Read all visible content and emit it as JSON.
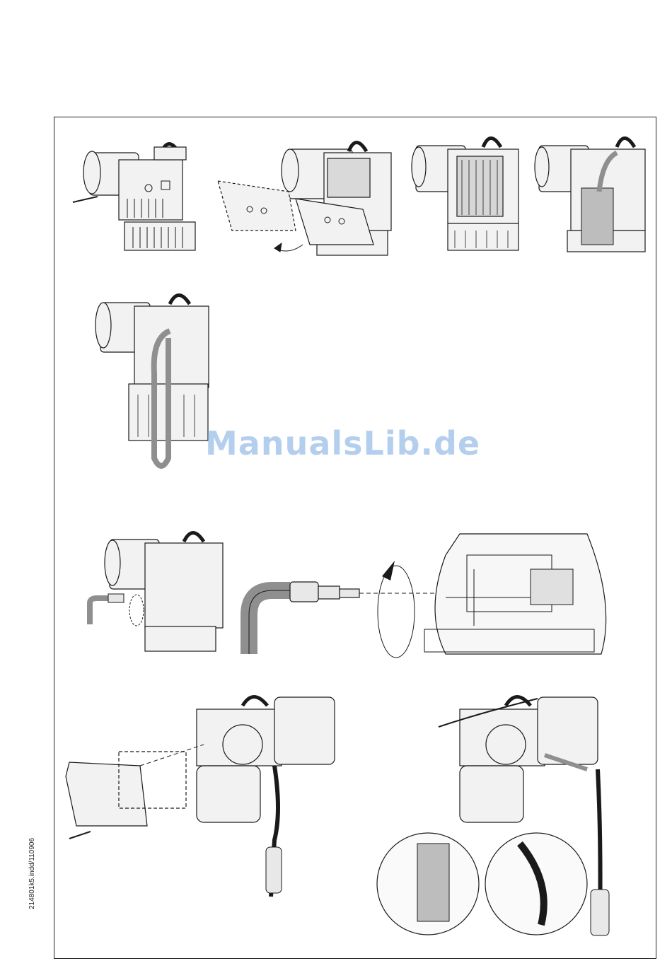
{
  "watermark": {
    "text": "ManualsLib.de"
  },
  "document": {
    "side_code": "214801k5.indd/110906"
  },
  "figures": [
    {
      "name": "hoist-cover-removal",
      "icon": "hoist-illustration"
    },
    {
      "name": "cover-lowered",
      "icon": "hoist-illustration"
    },
    {
      "name": "terminal-board-exposed",
      "icon": "hoist-illustration"
    },
    {
      "name": "cable-insertion",
      "icon": "hoist-illustration"
    },
    {
      "name": "cable-loop-routing",
      "icon": "hoist-illustration"
    },
    {
      "name": "cable-gland-connection",
      "icon": "hoist-illustration"
    },
    {
      "name": "gland-detail-enlarged",
      "icon": "hoist-illustration"
    },
    {
      "name": "control-box-cover-fitting",
      "icon": "hoist-illustration"
    },
    {
      "name": "pendant-cable-strain-relief",
      "icon": "hoist-illustration"
    }
  ],
  "colors": {
    "line": "#1a1a1a",
    "cable": "#8f8f8f",
    "housing": "#eeeeee",
    "watermark": "#9bbfe8"
  }
}
